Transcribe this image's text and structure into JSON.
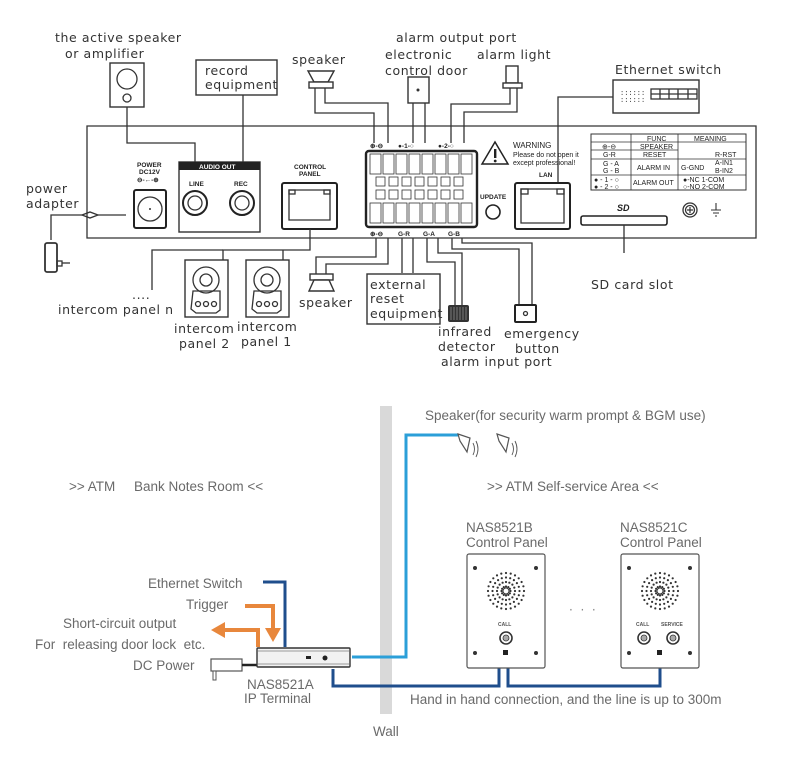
{
  "top_diagram": {
    "labels": {
      "active_speaker": [
        "the active speaker",
        "or amplifier"
      ],
      "record_equipment": [
        "record",
        "equipment"
      ],
      "speaker_top": "speaker",
      "alarm_output_port": "alarm output port",
      "electronic_control_door": [
        "electronic",
        "control door"
      ],
      "alarm_light": "alarm light",
      "ethernet_switch": "Ethernet switch",
      "power_adapter": [
        "power",
        "adapter"
      ],
      "intercom_panel_n": "intercom panel n",
      "intercom_panel_n_dots": "....",
      "intercom_panel_2": [
        "intercom",
        "panel 2"
      ],
      "intercom_panel_1": [
        "intercom",
        "panel 1"
      ],
      "speaker_bottom": "speaker",
      "external_reset": [
        "external",
        "reset",
        "equipment"
      ],
      "infrared_detector": [
        "infrared",
        "detector"
      ],
      "alarm_input_port": "alarm input port",
      "emergency_button": [
        "emergency",
        "button"
      ],
      "sd_card_slot": "SD card slot"
    },
    "device_panel": {
      "power": [
        "POWER",
        "DC12V",
        "⊖-←-⊕"
      ],
      "audio_out": "AUDIO OUT",
      "line": "LINE",
      "rec": "REC",
      "control_panel": [
        "CONTROL",
        "PANEL"
      ],
      "terminal_top_labels": [
        "⊕-⊖",
        "●-1-○",
        "●-2-○"
      ],
      "terminal_bottom_labels": [
        "⊕-⊖",
        "G-R",
        "G-A",
        "G-B"
      ],
      "warning_title": "WARNING",
      "warning_text": [
        "Please do not open it",
        "except professional!"
      ],
      "update": "UPDATE",
      "lan": "LAN",
      "sd_logo": "SD",
      "ground_symbol": "⏚"
    },
    "func_table": {
      "headers": [
        "",
        "FUNC",
        "MEANING"
      ],
      "rows": [
        {
          "code": "⊕-⊖",
          "func": "SPEAKER",
          "meaning": ""
        },
        {
          "code": "G-R",
          "func": "RESET",
          "meaning": ""
        },
        {
          "code": "G-A / G-B",
          "func": "ALARM IN",
          "meaning": ""
        },
        {
          "code": "●-1-○ / ●-2-○",
          "func": "ALARM OUT",
          "meaning": ""
        }
      ],
      "ggnd": "G-GND",
      "ggnd_meanings": [
        "R-RST",
        "A-IN1",
        "B-IN2"
      ],
      "alarm_out_meanings": [
        "●-NC  1-COM",
        "○-NO  2-COM"
      ]
    }
  },
  "bottom_diagram": {
    "left_area_title": ">> ATM     Bank Notes Room <<",
    "right_area_title": ">> ATM Self-service Area <<",
    "speaker_label": "Speaker(for  security warm prompt & BGM use)",
    "ethernet_switch": "Ethernet Switch",
    "trigger": "Trigger",
    "short_circuit": "Short-circuit output",
    "door_lock": "For  releasing door lock  etc.",
    "dc_power": "DC Power",
    "ip_terminal": [
      "NAS8521A",
      "IP Terminal"
    ],
    "panel_b": [
      "NAS8521B",
      "Control Panel"
    ],
    "panel_c": [
      "NAS8521C",
      "Control Panel"
    ],
    "call": "CALL",
    "service": "SERVICE",
    "ellipsis": "·  ·  ·",
    "connection_note": "Hand in hand connection, and the line is up to 300m",
    "wall": "Wall",
    "colors": {
      "dark_blue": "#1f4e8c",
      "light_blue": "#2b9fd8",
      "orange": "#e8873c",
      "wall": "#d9d9d9"
    }
  }
}
